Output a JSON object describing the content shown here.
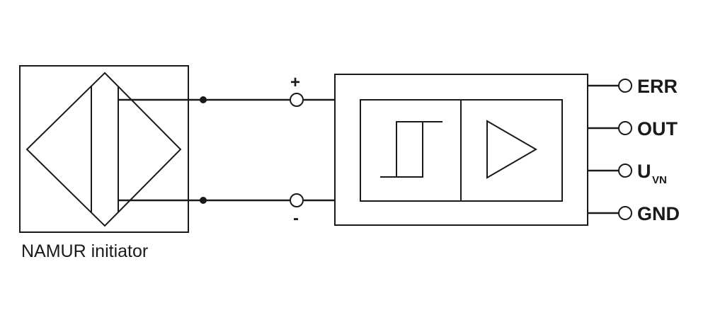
{
  "initiator": {
    "caption": "NAMUR initiator"
  },
  "input_terminals": {
    "plus": "+",
    "minus": "-"
  },
  "output_terminals": [
    {
      "label": "ERR",
      "sub": ""
    },
    {
      "label": "OUT",
      "sub": ""
    },
    {
      "label": "U",
      "sub": "VN"
    },
    {
      "label": "GND",
      "sub": ""
    }
  ]
}
